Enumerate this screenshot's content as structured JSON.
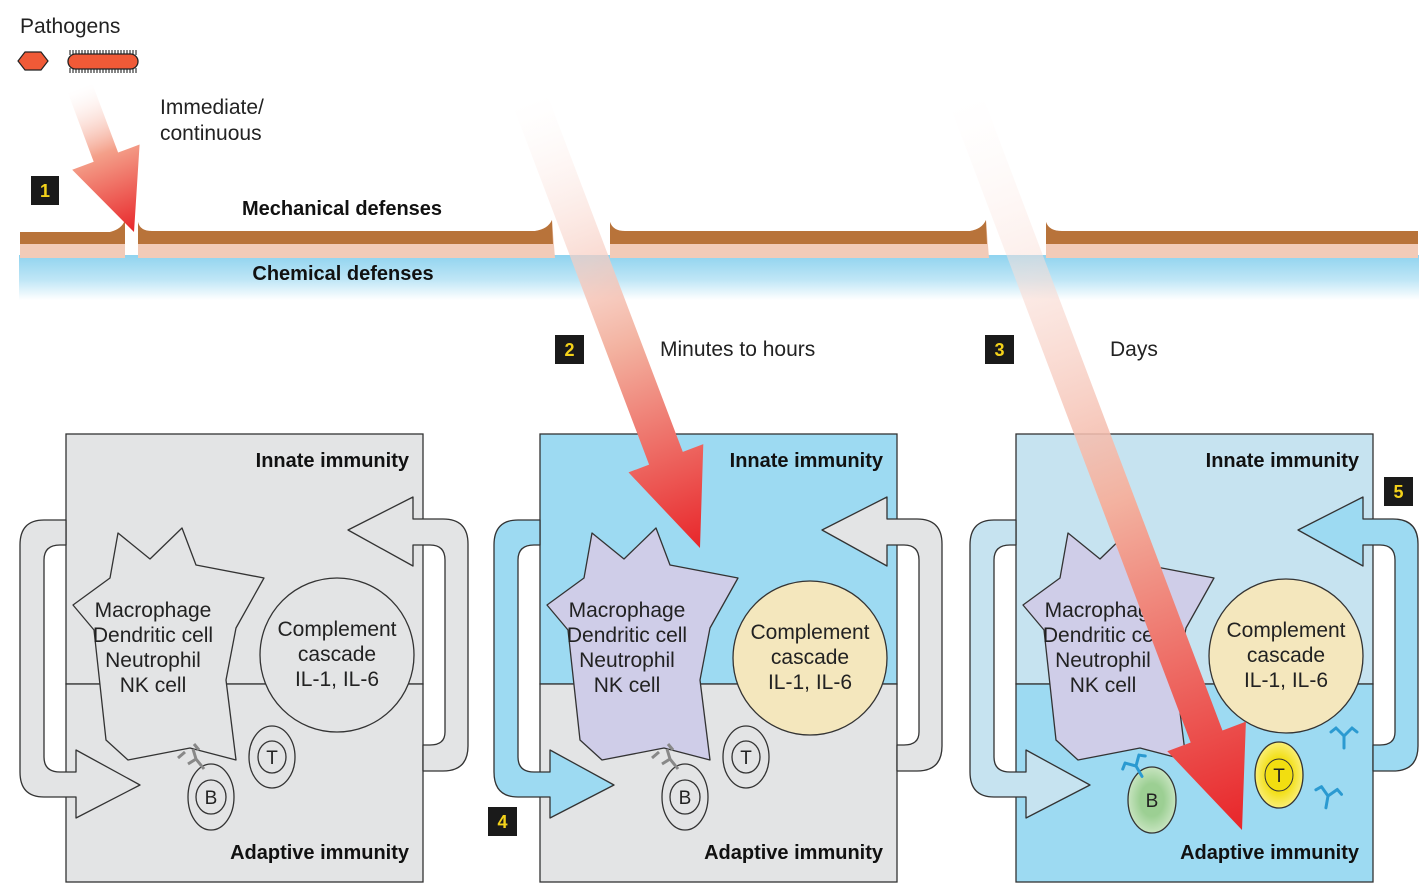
{
  "pathogens_label": "Pathogens",
  "skin": {
    "mechanical": "Mechanical defenses",
    "chemical": "Chemical defenses"
  },
  "timing": {
    "immediate_line1": "Immediate/",
    "immediate_line2": "continuous",
    "minutes": "Minutes to hours",
    "days": "Days"
  },
  "steps": [
    "1",
    "2",
    "3",
    "4",
    "5"
  ],
  "panel": {
    "innate": "Innate immunity",
    "adaptive": "Adaptive immunity",
    "cells": [
      "Macrophage",
      "Dendritic cell",
      "Neutrophil",
      "NK cell"
    ],
    "complement": [
      "Complement",
      "cascade",
      "IL-1, IL-6"
    ],
    "b_cell": "B",
    "t_cell": "T"
  },
  "colors": {
    "gray_fill": "#e3e4e5",
    "active_blue": "#9ddaf2",
    "pale_blue": "#c6e3f0",
    "innate_cells_purple": "#cfcde8",
    "complement_yellow": "#f4e7bd",
    "arrow_red": "#e8262a",
    "skin_brown": "#b8733a",
    "skin_pink": "#f2cbb8",
    "pathogen_orange": "#f05a37",
    "step_box": "#1a1a1a",
    "step_text": "#f4d21a",
    "b_cell_green": "#b8dcb0",
    "t_cell_yellow": "#f5e431",
    "antibody_blue": "#2b9ad1"
  }
}
